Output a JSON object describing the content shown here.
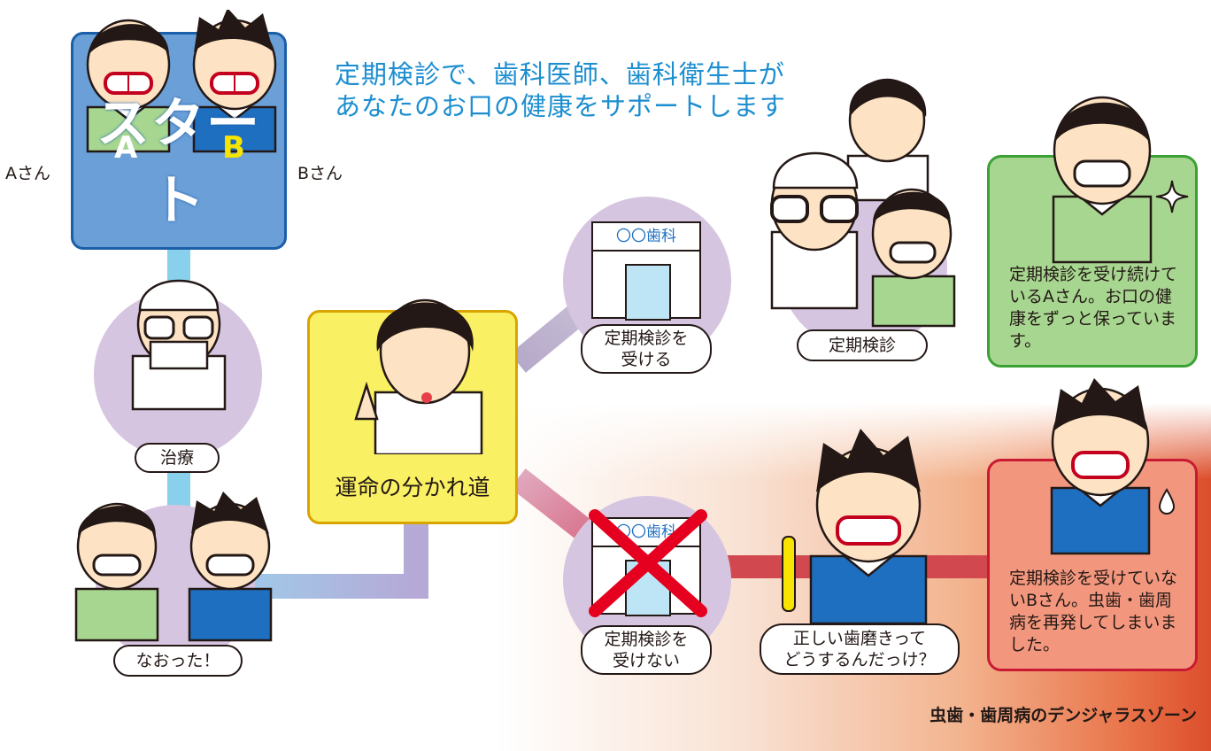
{
  "headline": {
    "line1": "定期検診で、歯科医師、歯科衛生士が",
    "line2": "あなたのお口の健康をサポートします"
  },
  "start": {
    "label": "スタート",
    "person_a_label": "Aさん",
    "person_b_label": "Bさん",
    "badge_a": "A",
    "badge_b": "B"
  },
  "steps": {
    "treatment": "治療",
    "cured": "なおった！",
    "fork": "運命の分かれ道",
    "clinic_sign": "〇〇歯科",
    "checkup_yes": "定期検診を\n受ける",
    "checkup_no": "定期検診を\n受けない",
    "regular_checkup": "定期検診",
    "brushing_question": "正しい歯磨きって\nどうするんだっけ？"
  },
  "results": {
    "a": "定期検診を受け続けているAさん。お口の健康をずっと保っています。",
    "b": "定期検診を受けていないBさん。虫歯・歯周病を再発してしまいました。"
  },
  "zone_title": "虫歯・歯周病のデンジャラスゾーン",
  "colors": {
    "headline": "#1c8ed0",
    "start_fill": "#6b9fd8",
    "fork_fill": "#f9f063",
    "result_a_fill": "#a7d690",
    "result_b_fill": "#f2977e",
    "circle_fill": "#d6c5e0",
    "danger_zone": "#dc4e2b"
  }
}
